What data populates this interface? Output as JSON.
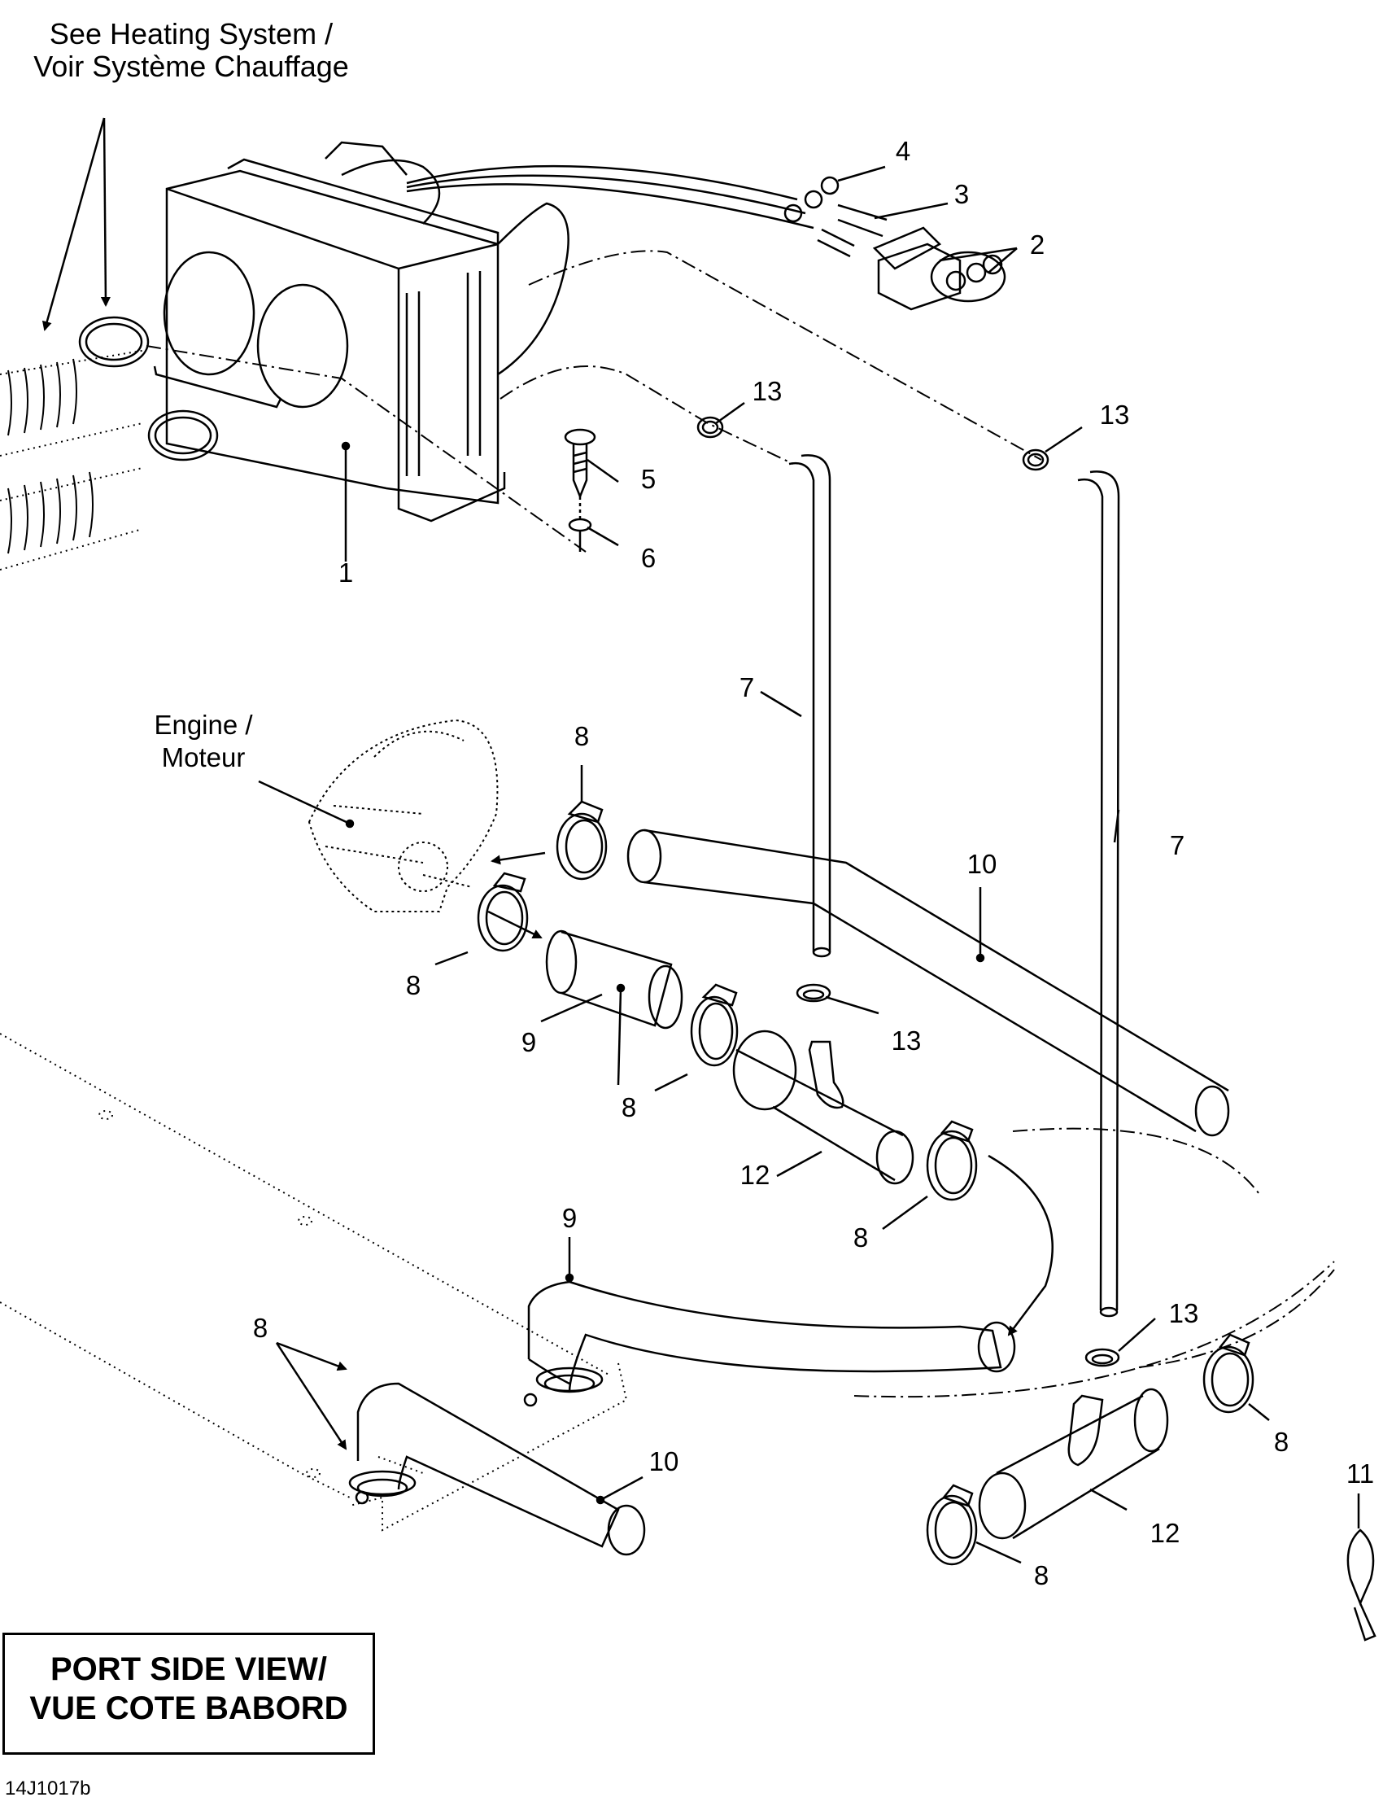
{
  "header_note": {
    "line1": "See Heating System /",
    "line2": "Voir Système Chauffage"
  },
  "engine_label": {
    "line1": "Engine /",
    "line2": "Moteur"
  },
  "callouts": [
    "1",
    "2",
    "3",
    "4",
    "5",
    "6",
    "7",
    "7",
    "8",
    "8",
    "8",
    "8",
    "8",
    "8",
    "8",
    "9",
    "9",
    "10",
    "10",
    "11",
    "12",
    "12",
    "13",
    "13",
    "13",
    "13"
  ],
  "title_box": {
    "line1": "PORT SIDE VIEW/",
    "line2": "VUE COTE BABORD"
  },
  "drawing_code": "14J1017b"
}
